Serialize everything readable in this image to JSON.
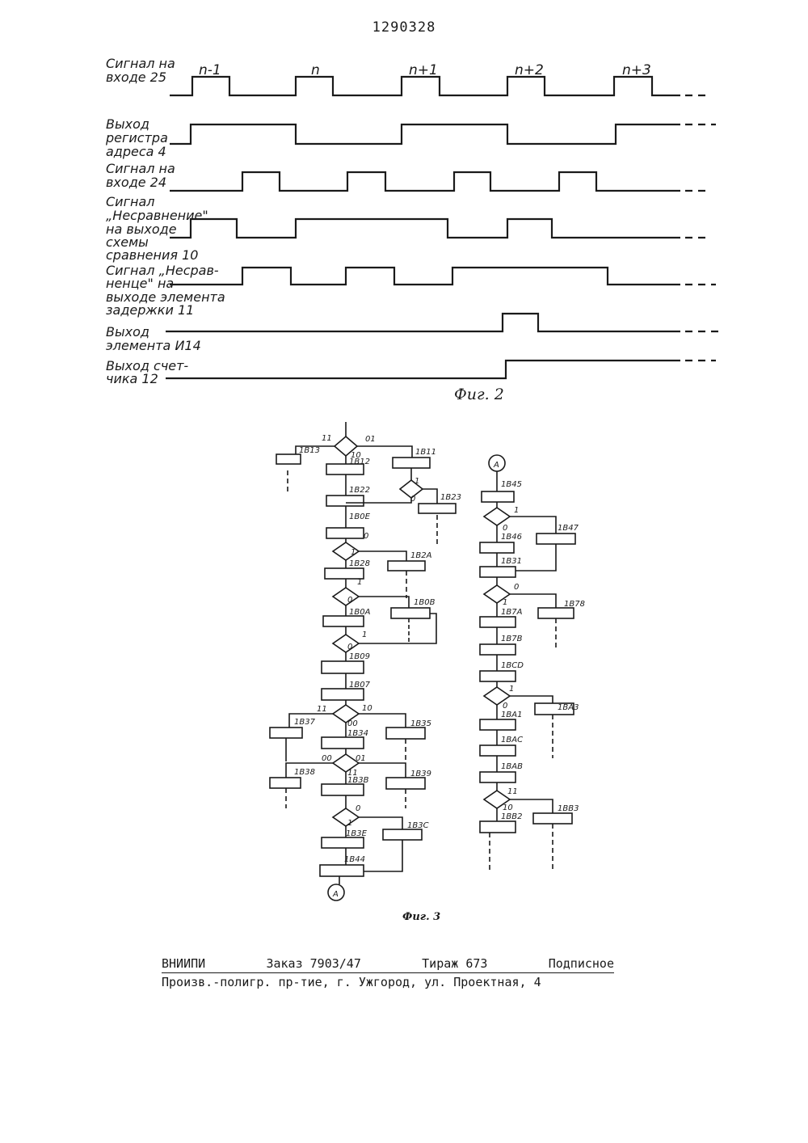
{
  "header": {
    "patent_number": "1290328"
  },
  "figure2": {
    "caption": "Фиг. 2",
    "pulse_labels": [
      "n-1",
      "n",
      "n+1",
      "n+2",
      "n+3"
    ],
    "signals": [
      {
        "label_lines": [
          "Сигнал на",
          "входе 25"
        ]
      },
      {
        "label_lines": [
          "Выход",
          "регистра",
          "адреса 4"
        ]
      },
      {
        "label_lines": [
          "Сигнал на",
          "входе 24"
        ]
      },
      {
        "label_lines": [
          "Сигнал",
          "„Несравнение\"",
          "на выходе",
          "схемы",
          "сравнения 10"
        ]
      },
      {
        "label_lines": [
          "Сигнал „Несрав-",
          "ненце\" на",
          "выходе элемента",
          "задержки 11"
        ]
      },
      {
        "label_lines": [
          "Выход",
          "элемента И14"
        ]
      },
      {
        "label_lines": [
          "Выход счет-",
          "чика 12"
        ]
      }
    ]
  },
  "figure3": {
    "caption": "Фиг. 3",
    "connector": "A",
    "left_column_labels": [
      "1B13",
      "1B12",
      "1B11",
      "1B22",
      "1B23",
      "1B0E",
      "1B2A",
      "1B28",
      "1B0B",
      "1B0A",
      "1B09",
      "1B07",
      "1B37",
      "1B34",
      "1B35",
      "1B38",
      "1B3B",
      "1B39",
      "1B3E",
      "1B3C",
      "1B44"
    ],
    "right_column_labels": [
      "1B45",
      "1B47",
      "1B46",
      "1B31",
      "1B78",
      "1B7A",
      "1B7B",
      "1BCD",
      "1BA3",
      "1BA1",
      "1BAC",
      "1BAB",
      "1BB3",
      "1BB2"
    ],
    "branch_labels": [
      "11",
      "01",
      "10",
      "1",
      "0",
      "00"
    ]
  },
  "footer": {
    "org": "ВНИИПИ",
    "order": "Заказ 7903/47",
    "circulation": "Тираж 673",
    "subscription": "Подписное",
    "address": "Произв.-полигр. пр-тие, г. Ужгород, ул. Проектная, 4"
  }
}
